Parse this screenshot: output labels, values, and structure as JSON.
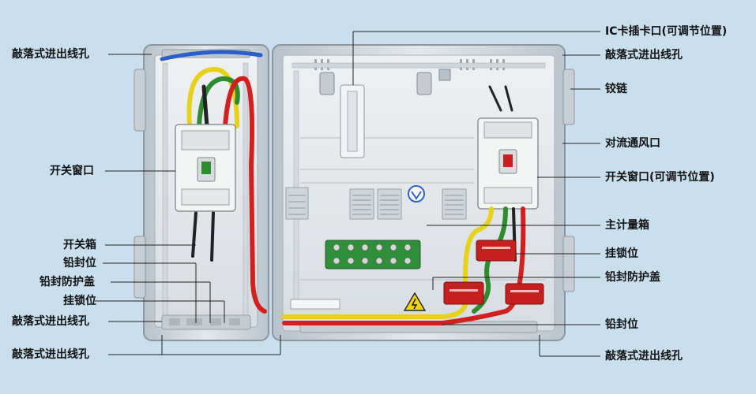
{
  "colors": {
    "background": "#c9dfee",
    "enclosure": "#d6dde3",
    "panel_inner": "#e4e8ec",
    "breaker_green": "#2e8b2e",
    "wire_red": "#d22020",
    "wire_yellow": "#e6d21a",
    "wire_blue": "#2a5fc8",
    "seal_red": "#c62020",
    "terminal_green": "#2f8f3a"
  },
  "labels": {
    "left_knockout_top": "敲落式进出线孔",
    "switch_window": "开关窗口",
    "switch_box": "开关箱",
    "lead_seal_pos": "铅封位",
    "lead_seal_cover": "铅封防护盖",
    "lock_pos": "挂锁位",
    "left_knockout_bottom": "敲落式进出线孔",
    "left_knockout_base": "敲落式进出线孔",
    "ic_card_slot": "IC卡插卡口(可调节位置)",
    "right_knockout_top": "敲落式进出线孔",
    "hinge": "铰链",
    "convection_vent": "对流通风口",
    "switch_window_adjustable": "开关窗口(可调节位置)",
    "main_meter_box": "主计量箱",
    "right_lock_pos": "挂锁位",
    "right_lead_seal_cover": "铅封防护盖",
    "right_lead_seal_pos": "铅封位",
    "right_knockout_bottom": "敲落式进出线孔"
  },
  "icons": {
    "warning": "high-voltage-warning-icon",
    "logo": "brand-logo-icon"
  }
}
